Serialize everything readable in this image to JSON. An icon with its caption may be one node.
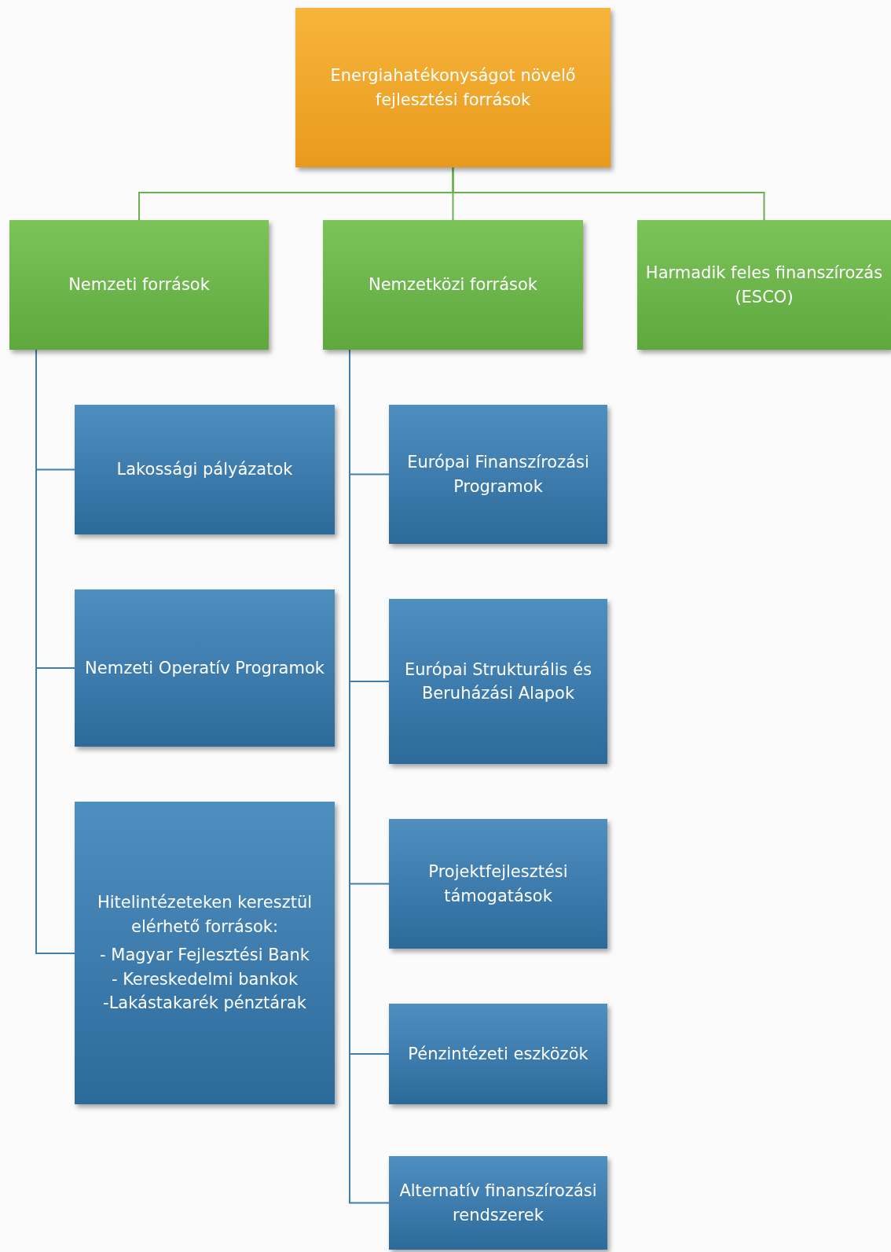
{
  "diagram": {
    "nodes": [
      {
        "text": [
          "Energiahatékonyságot növelő fejlesztési források"
        ]
      },
      {
        "text": [
          "Nemzeti források"
        ]
      },
      {
        "text": [
          "Nemzetközi források"
        ]
      },
      {
        "text": [
          "Harmadik feles finanszírozás (ESCO)"
        ]
      },
      {
        "text": [
          "Lakossági pályázatok"
        ]
      },
      {
        "text": [
          "Nemzeti Operatív Programok"
        ]
      },
      {
        "text": [
          "Hitelintézeteken keresztül elérhető források:",
          "- Magyar Fejlesztési Bank",
          "- Kereskedelmi bankok",
          "-Lakástakarék pénztárak"
        ]
      },
      {
        "text": [
          "Európai Finanszírozási Programok"
        ]
      },
      {
        "text": [
          "Európai Strukturális és Beruházási Alapok"
        ]
      },
      {
        "text": [
          "Projektfejlesztési támogatások"
        ]
      },
      {
        "text": [
          "Pénzintézeti eszközök"
        ]
      },
      {
        "text": [
          "Alternatív finanszírozási rendszerek"
        ]
      }
    ],
    "edges": [
      {
        "from": 0,
        "to": 1,
        "arrow": "none",
        "color": "#6ab04c"
      },
      {
        "from": 0,
        "to": 2,
        "arrow": "none",
        "color": "#6ab04c"
      },
      {
        "from": 0,
        "to": 3,
        "arrow": "none",
        "color": "#6ab04c"
      },
      {
        "from": 1,
        "to": 4,
        "arrow": "none"
      },
      {
        "from": 1,
        "to": 5,
        "arrow": "none"
      },
      {
        "from": 1,
        "to": 6,
        "arrow": "none"
      },
      {
        "from": 2,
        "to": 7,
        "arrow": "none"
      },
      {
        "from": 2,
        "to": 8,
        "arrow": "none"
      },
      {
        "from": 2,
        "to": 9,
        "arrow": "none"
      },
      {
        "from": 2,
        "to": 10,
        "arrow": "none"
      },
      {
        "from": 2,
        "to": 11,
        "arrow": "none"
      }
    ]
  }
}
